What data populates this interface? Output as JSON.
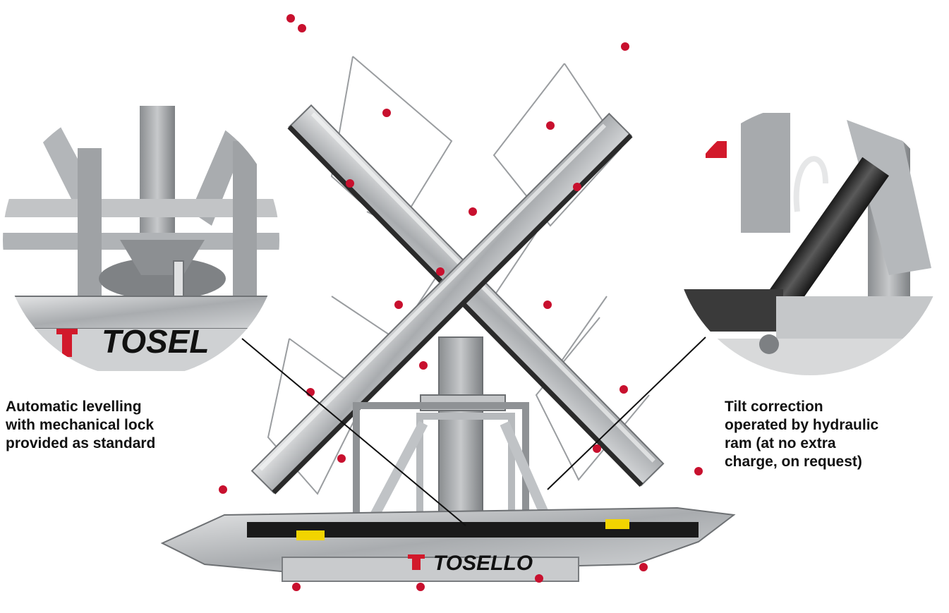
{
  "callouts": {
    "left": {
      "lines": [
        "Automatic levelling",
        "with mechanical lock",
        "provided as standard"
      ]
    },
    "right": {
      "lines": [
        "Tilt correction",
        "operated by hydraulic",
        "ram (at no extra",
        "charge, on request)"
      ]
    }
  },
  "brand": {
    "logo_text": "TOSELLO",
    "detail_logo_text": "TOSEL",
    "accent_color": "#d2192b",
    "metal_color": "#b9bcbf"
  }
}
